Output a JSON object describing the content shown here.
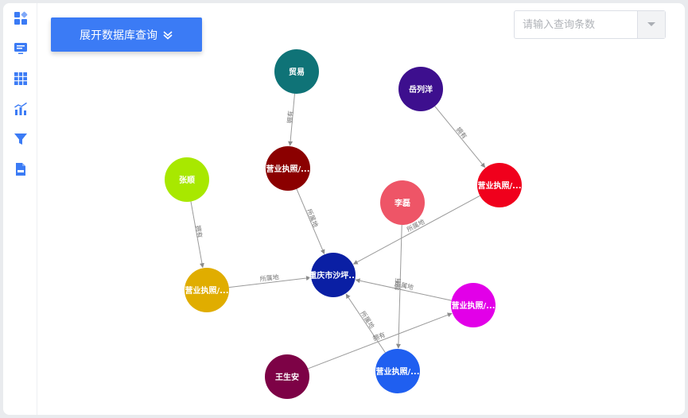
{
  "toolbar": {
    "expand_label": "展开数据库查询",
    "query_placeholder": "请输入查询条数",
    "query_value": ""
  },
  "sidebar": {
    "items": [
      {
        "icon": "dashboard-icon"
      },
      {
        "icon": "monitor-icon"
      },
      {
        "icon": "grid-icon"
      },
      {
        "icon": "bar-chart-icon"
      },
      {
        "icon": "filter-icon"
      },
      {
        "icon": "json-file-icon"
      }
    ]
  },
  "graph": {
    "nodes": [
      {
        "id": "maoyi",
        "label": "贸易",
        "color": "#0f7377"
      },
      {
        "id": "yueliyang",
        "label": "岳列洋",
        "color": "#3d0f8e"
      },
      {
        "id": "lic1",
        "label": "营业执照/...",
        "color": "#8b0000"
      },
      {
        "id": "lic2",
        "label": "营业执照/...",
        "color": "#f0001c"
      },
      {
        "id": "zhangshun",
        "label": "张顺",
        "color": "#a8e800"
      },
      {
        "id": "lilei",
        "label": "李磊",
        "color": "#ee5567"
      },
      {
        "id": "chongqing",
        "label": "重庆市沙坪...",
        "color": "#0a1fa4"
      },
      {
        "id": "lic3",
        "label": "营业执照/...",
        "color": "#e0ad00"
      },
      {
        "id": "lic4",
        "label": "营业执照/...",
        "color": "#e200e8"
      },
      {
        "id": "wangshengan",
        "label": "王生安",
        "color": "#7d0246"
      },
      {
        "id": "lic5",
        "label": "营业执照/...",
        "color": "#1f5ff0"
      }
    ],
    "edges": [
      {
        "from": "maoyi",
        "to": "lic1",
        "label": "拥有"
      },
      {
        "from": "yueliyang",
        "to": "lic2",
        "label": "拥有"
      },
      {
        "from": "zhangshun",
        "to": "lic3",
        "label": "拥有"
      },
      {
        "from": "lic1",
        "to": "chongqing",
        "label": "所属地"
      },
      {
        "from": "lic2",
        "to": "chongqing",
        "label": "所属地"
      },
      {
        "from": "lic3",
        "to": "chongqing",
        "label": "所属地"
      },
      {
        "from": "lic4",
        "to": "chongqing",
        "label": "所属地"
      },
      {
        "from": "lic5",
        "to": "chongqing",
        "label": "所属地"
      },
      {
        "from": "lilei",
        "to": "lic5",
        "label": "拥有"
      },
      {
        "from": "wangshengan",
        "to": "lic4",
        "label": "拥有"
      }
    ]
  }
}
